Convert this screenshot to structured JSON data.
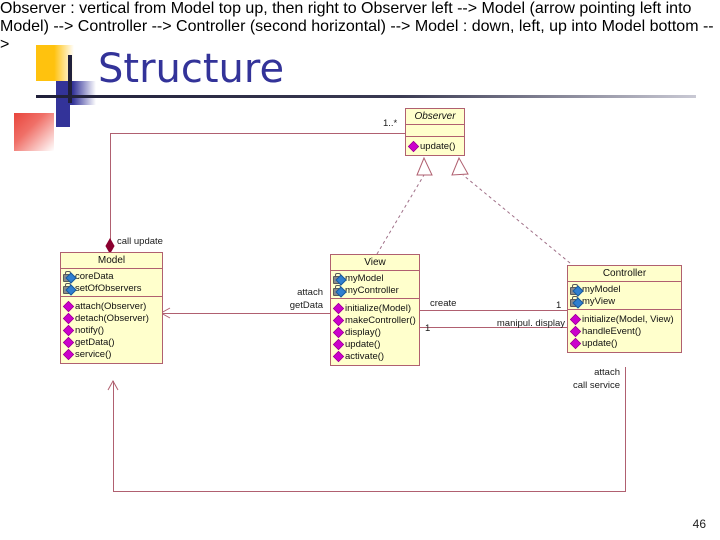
{
  "slide": {
    "title": "Structure",
    "page_number": "46"
  },
  "classes": {
    "observer": {
      "name": "Observer",
      "stereotype_italic": true,
      "attributes": [],
      "operations": [
        "update()"
      ]
    },
    "model": {
      "name": "Model",
      "stereotype_italic": false,
      "attributes": [
        "coreData",
        "setOfObservers"
      ],
      "operations": [
        "attach(Observer)",
        "detach(Observer)",
        "notify()",
        "getData()",
        "service()"
      ]
    },
    "view": {
      "name": "View",
      "stereotype_italic": false,
      "attributes": [
        "myModel",
        "myController"
      ],
      "operations": [
        "initialize(Model)",
        "makeController()",
        "display()",
        "update()",
        "activate()"
      ]
    },
    "controller": {
      "name": "Controller",
      "stereotype_italic": false,
      "attributes": [
        "myModel",
        "myView"
      ],
      "operations": [
        "initialize(Model, View)",
        "handleEvent()",
        "update()"
      ]
    }
  },
  "edge_labels": {
    "multiplicity_observer": "1..*",
    "call_update": "call update",
    "attach_getdata_line1": "attach",
    "attach_getdata_line2": "getData",
    "create": "create",
    "create_multiplicity": "1",
    "manipulate_display": "manipul. display",
    "manipulate_multiplicity": "1",
    "attach_callservice_line1": "attach",
    "attach_callservice_line2": "call service"
  },
  "colors": {
    "class_fill": "#FFFFCC",
    "class_border": "#B06070",
    "connector": "#B06070",
    "title_text": "#333399",
    "attr_icon_diamond": "#2F7FD0",
    "op_icon_diamond": "#CC00CC",
    "deco_yellow": "#FFC20E",
    "deco_blue": "#333399",
    "deco_red": "#E8453C",
    "aggregation_diamond": "#8B0030"
  },
  "icons": {
    "attribute": "padlock-attribute-icon",
    "operation": "magenta-diamond-operation-icon"
  }
}
